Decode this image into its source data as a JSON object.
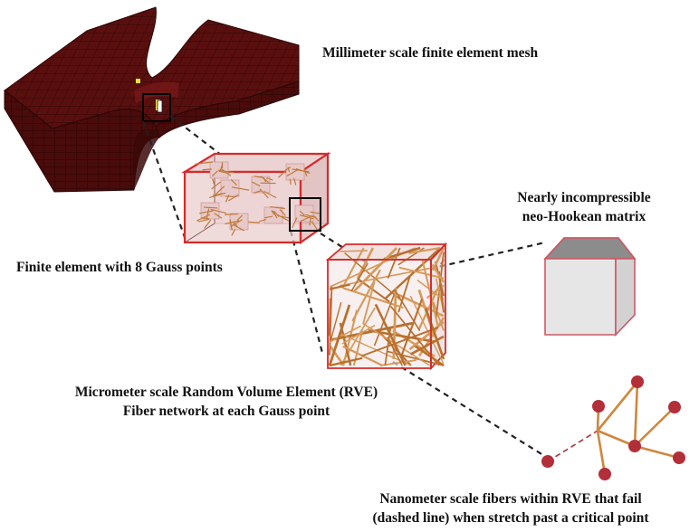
{
  "labels": {
    "mesh": "Millimeter scale finite element mesh",
    "element": "Finite element with 8 Gauss points",
    "rve_line1": "Micrometer scale Random Volume Element (RVE)",
    "rve_line2": "Fiber network at each Gauss point",
    "matrix_line1": "Nearly incompressible",
    "matrix_line2": "neo-Hookean matrix",
    "fibers_line1": "Nanometer scale fibers within RVE that fail",
    "fibers_line2": "(dashed line) when stretch past a critical point"
  },
  "colors": {
    "mesh_fill": "#5a0f0f",
    "mesh_grid": "#2a0606",
    "element_edge": "#d62b2b",
    "element_fill": "#e8c8c8",
    "fiber": "#c07a3a",
    "node": "#b22f3a",
    "matrix_edge": "#c85a66",
    "matrix_top": "#8c8c8c",
    "matrix_face": "#e6e6e6",
    "connector": "#222222"
  },
  "icons": [
    "mesh-block-illustration",
    "element-cube-illustration",
    "rve-fiber-cube-illustration",
    "matrix-cube-illustration",
    "fiber-node-network-illustration"
  ]
}
